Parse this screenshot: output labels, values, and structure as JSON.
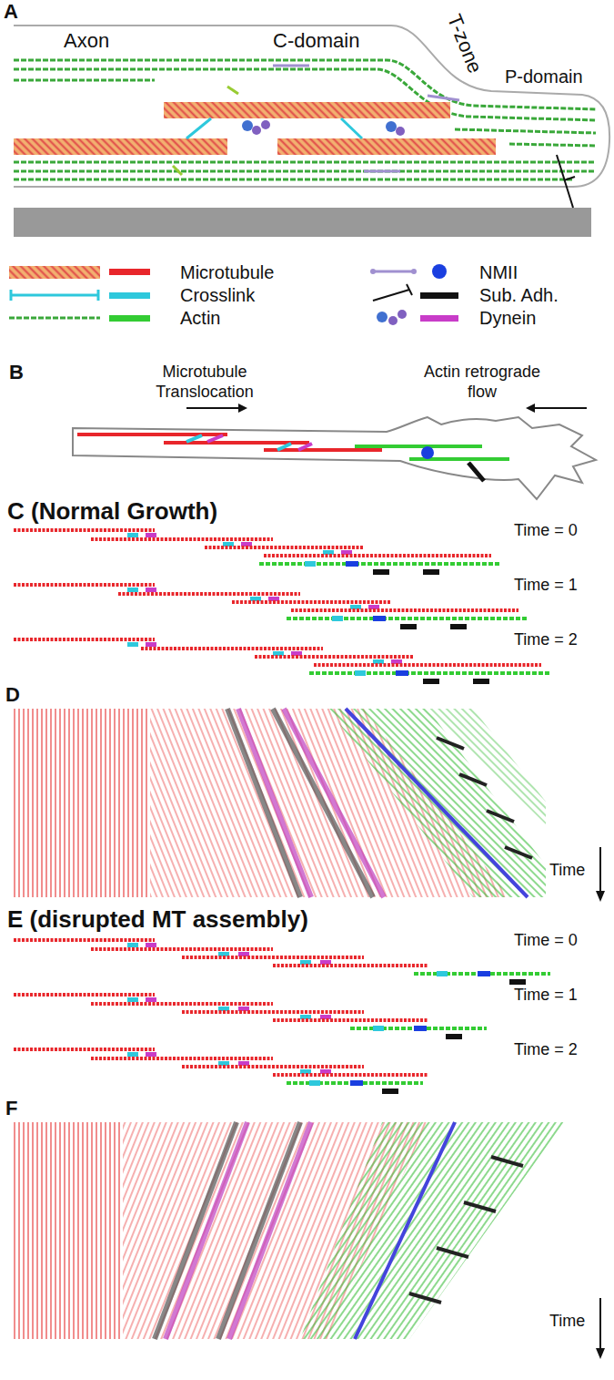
{
  "diagram": {
    "labels": [
      "A",
      "Axon",
      "C-domain",
      "T-zone",
      "P-domain",
      "B",
      "Microtubule Translocation",
      "Actin retrograde flow",
      "C (Normal Growth)",
      "Time = 0",
      "Time = 1",
      "Time = 2",
      "D",
      "Time",
      "E (disrupted MT assembly)",
      "Time = 0",
      "Time = 1",
      "Time = 2",
      "F",
      "Time"
    ],
    "legend": [
      {
        "text": "Microtubule",
        "color": "#e8262b"
      },
      {
        "text": "NMII",
        "color": "#1a3fe0"
      },
      {
        "text": "Crosslink",
        "color": "#2ec8dc"
      },
      {
        "text": "Sub. Adh.",
        "color": "#111111"
      },
      {
        "text": "Actin",
        "color": "#33cc33"
      },
      {
        "text": "Dynein",
        "color": "#c83cc8"
      }
    ]
  }
}
